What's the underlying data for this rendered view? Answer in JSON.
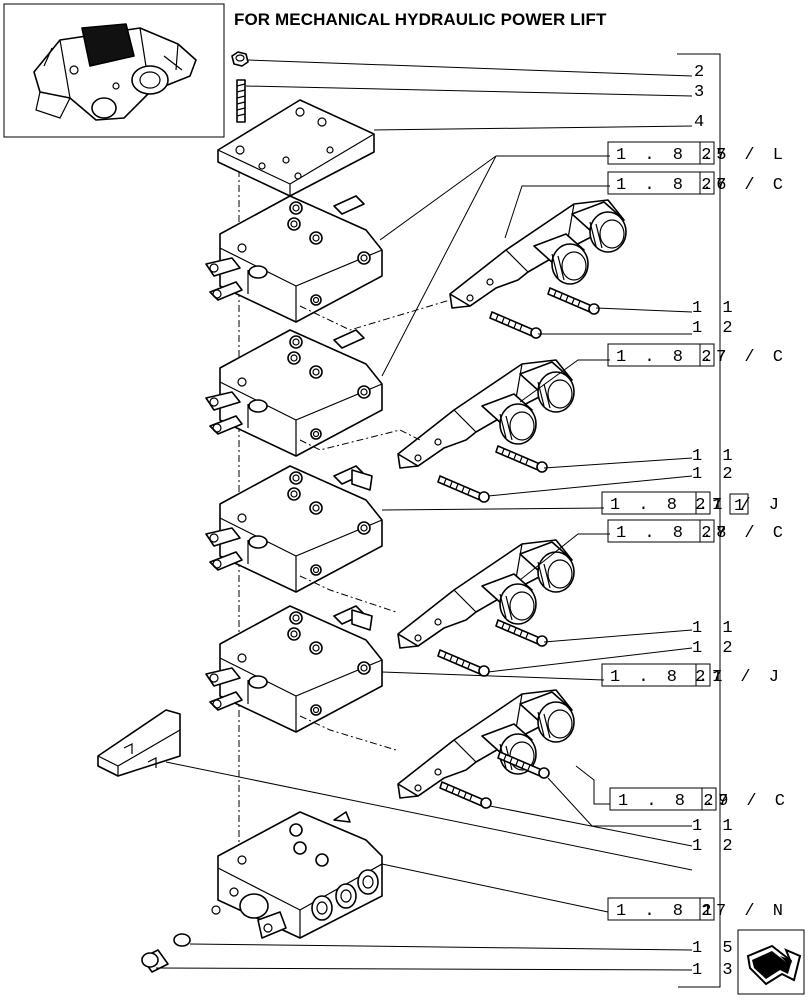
{
  "title": "FOR MECHANICAL HYDRAULIC POWER LIFT",
  "thumbnail": {
    "icon": "power-lift-assembly-thumbnail"
  },
  "nav_button": {
    "icon": "navigate-arrow-icon"
  },
  "callouts": [
    {
      "id": "c2",
      "text": "2"
    },
    {
      "id": "c3",
      "text": "3"
    },
    {
      "id": "c4",
      "text": "4"
    },
    {
      "id": "c11a",
      "text": "1 1"
    },
    {
      "id": "c12a",
      "text": "1 2"
    },
    {
      "id": "c11b",
      "text": "1 1"
    },
    {
      "id": "c12b",
      "text": "1 2"
    },
    {
      "id": "c11c",
      "text": "1 1"
    },
    {
      "id": "c12c",
      "text": "1 2"
    },
    {
      "id": "c11d",
      "text": "1 1"
    },
    {
      "id": "c12d",
      "text": "1 2"
    },
    {
      "id": "c15",
      "text": "1 5"
    },
    {
      "id": "c13",
      "text": "1 3"
    }
  ],
  "refs": [
    {
      "prefix": "1 . 8 2",
      "box": ".5",
      "suffix": "7 / L"
    },
    {
      "prefix": "1 . 8 2",
      "box": ".6",
      "suffix": "7 / C"
    },
    {
      "prefix": "1 . 8 2",
      "box": ".7",
      "suffix": "7 / C"
    },
    {
      "prefix": "1 . 8 2",
      "box": ".1",
      "suffix": "7 / J",
      "extra_box": "1"
    },
    {
      "prefix": "1 . 8 2",
      "box": ".8",
      "suffix": "7 / C"
    },
    {
      "prefix": "1 . 8 2",
      "box": ".1",
      "suffix": "7 / J"
    },
    {
      "prefix": "1 . 8 2",
      "box": ".9",
      "suffix": "7 / C"
    },
    {
      "prefix": "1 . 8 2",
      "box": "1",
      "suffix": "7 / N"
    }
  ]
}
